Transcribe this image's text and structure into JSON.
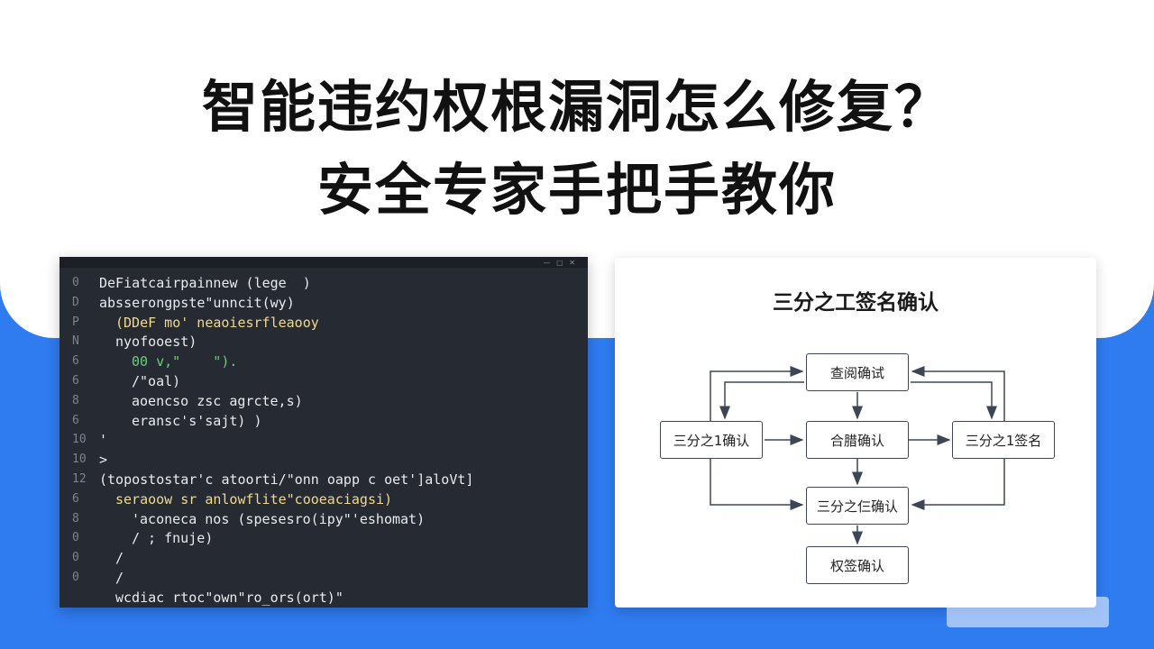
{
  "headline": {
    "line1": "智能违约权根漏洞怎么修复？",
    "line2": "安全专家手把手教你"
  },
  "code_editor": {
    "lines": [
      {
        "num": "0",
        "text": "DeFiatcairpainnew (lege  )",
        "indent": 0
      },
      {
        "num": "D",
        "text": "absserongpste\"unncit(wy)",
        "indent": 0
      },
      {
        "num": "P",
        "text": "(DDeF mo' neaoiesrfleaooy",
        "indent": 1
      },
      {
        "num": "N",
        "text": "nyofooest)",
        "indent": 1
      },
      {
        "num": "6",
        "text": "00 v,\"    \").",
        "indent": 2
      },
      {
        "num": "6",
        "text": "/\"oal)",
        "indent": 2
      },
      {
        "num": "8",
        "text": "aoencso zsc agrcte,s)",
        "indent": 2
      },
      {
        "num": "6",
        "text": "eransc's'sajt) )",
        "indent": 2
      },
      {
        "num": "10",
        "text": "'",
        "indent": 0
      },
      {
        "num": "10",
        "text": ">",
        "indent": 0
      },
      {
        "num": "12",
        "text": "(topostostar'c atoorti/\"onn oapp c oet']aloVt]",
        "indent": 0
      },
      {
        "num": "6",
        "text": "seraoow sr anlowflite\"cooeaciagsi)",
        "indent": 1
      },
      {
        "num": "8",
        "text": "'aconeca nos (spesesro(ipy\"'eshomat)",
        "indent": 2
      },
      {
        "num": "0",
        "text": "/ ; fnuje)",
        "indent": 2
      },
      {
        "num": "0",
        "text": "/",
        "indent": 1
      },
      {
        "num": "0",
        "text": "/",
        "indent": 1
      },
      {
        "num": "",
        "text": "wcdiac rtoc\"own\"ro_ors(ort)\"",
        "indent": 1
      }
    ],
    "colors": {
      "background": "#262a33",
      "text": "#e8eaee",
      "line_number": "#7d838e",
      "accents": [
        "#f5c451",
        "#6ccf7a",
        "#e06c75",
        "#61afef",
        "#c678dd"
      ]
    }
  },
  "diagram": {
    "title": "三分之工签名确认",
    "nodes": [
      {
        "id": "top",
        "label": "查阅确试"
      },
      {
        "id": "left",
        "label": "三分之1确认"
      },
      {
        "id": "center",
        "label": "合腊确认"
      },
      {
        "id": "right",
        "label": "三分之1签名"
      },
      {
        "id": "lower",
        "label": "三分之仨确认"
      },
      {
        "id": "bottom",
        "label": "权签确认"
      }
    ],
    "edges": [
      {
        "from": "left",
        "to": "center"
      },
      {
        "from": "center",
        "to": "right"
      },
      {
        "from": "top",
        "to": "center"
      },
      {
        "from": "center",
        "to": "lower"
      },
      {
        "from": "lower",
        "to": "bottom"
      },
      {
        "from": "left",
        "to": "top"
      },
      {
        "from": "right",
        "to": "top"
      },
      {
        "from": "top",
        "to": "left"
      },
      {
        "from": "top",
        "to": "right"
      },
      {
        "from": "left",
        "to": "lower"
      },
      {
        "from": "right",
        "to": "lower"
      }
    ],
    "colors": {
      "node_border": "#3d4654",
      "edge": "#3d4654"
    }
  }
}
